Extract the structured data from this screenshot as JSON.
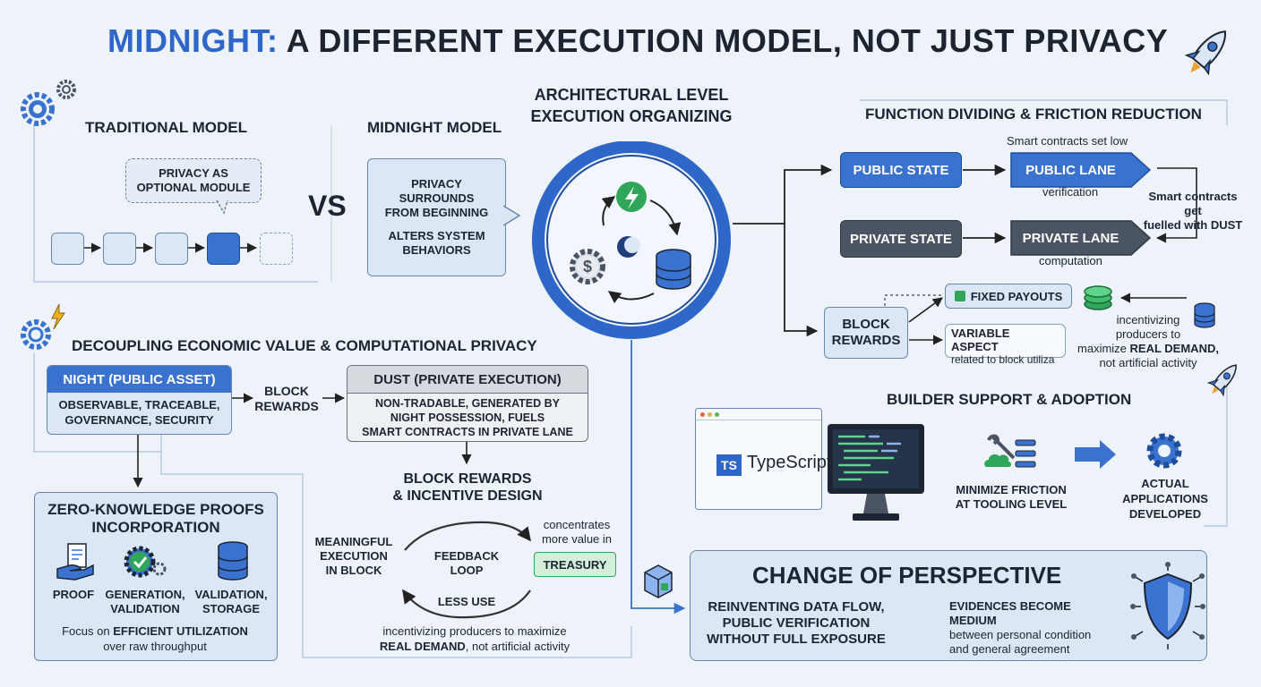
{
  "title": {
    "accent": "MIDNIGHT:",
    "rest": "A DIFFERENT EXECUTION MODEL, NOT JUST PRIVACY"
  },
  "traditional": {
    "heading": "TRADITIONAL MODEL",
    "callout_line1": "PRIVACY AS",
    "callout_line2": "OPTIONAL MODULE"
  },
  "vs": "VS",
  "midnight_model": {
    "heading": "MIDNIGHT MODEL",
    "line1": "PRIVACY",
    "line2": "SURROUNDS",
    "line3": "FROM BEGINNING",
    "line4": "ALTERS SYSTEM",
    "line5": "BEHAVIORS"
  },
  "architectural": {
    "line1": "ARCHITECTURAL LEVEL",
    "line2": "EXECUTION ORGANIZING"
  },
  "function_dividing": {
    "heading": "FUNCTION DIVIDING & FRICTION REDUCTION",
    "smart_low": "Smart contracts set low",
    "public_state": "PUBLIC STATE",
    "public_lane": "PUBLIC LANE",
    "verification": "verification",
    "fuelled_line1": "Smart contracts get",
    "fuelled_line2": "fuelled with DUST",
    "private_state": "PRIVATE STATE",
    "private_lane": "PRIVATE LANE",
    "computation": "computation",
    "block_rewards_line1": "BLOCK",
    "block_rewards_line2": "REWARDS",
    "fixed_payouts": "FIXED PAYOUTS",
    "variable_aspect": "VARIABLE ASPECT",
    "variable_sub": "related to block utiliza",
    "incent_line1": "incentivizing",
    "incent_line2": "producers to",
    "incent_line3_pre": "maximize ",
    "incent_line3_bold": "REAL DEMAND,",
    "incent_line4": "not artificial activity"
  },
  "decoupling": {
    "heading": "DECOUPLING ECONOMIC VALUE & COMPUTATIONAL PRIVACY",
    "night_title": "NIGHT (PUBLIC ASSET)",
    "night_line1": "OBSERVABLE, TRACEABLE,",
    "night_line2": "GOVERNANCE, SECURITY",
    "block_rewards_line1": "BLOCK",
    "block_rewards_line2": "REWARDS",
    "dust_title": "DUST (PRIVATE EXECUTION)",
    "dust_line1": "NON-TRADABLE, GENERATED BY",
    "dust_line2": "NIGHT POSSESSION, FUELS",
    "dust_line3": "SMART CONTRACTS IN PRIVATE LANE"
  },
  "zk": {
    "heading_line1": "ZERO-KNOWLEDGE PROOFS",
    "heading_line2": "INCORPORATION",
    "proof": "PROOF",
    "generation_line1": "GENERATION,",
    "generation_line2": "VALIDATION",
    "validation_line1": "VALIDATION,",
    "validation_line2": "STORAGE",
    "focus_pre": "Focus on ",
    "focus_bold": "EFFICIENT UTILIZATION",
    "focus_line2": "over raw throughput"
  },
  "incentive": {
    "heading_line1": "BLOCK REWARDS",
    "heading_line2": "& INCENTIVE DESIGN",
    "meaningful_line1": "MEANINGFUL",
    "meaningful_line2": "EXECUTION",
    "meaningful_line3": "IN BLOCK",
    "feedback_line1": "FEEDBACK",
    "feedback_line2": "LOOP",
    "less_use": "LESS USE",
    "concentrates_line1": "concentrates",
    "concentrates_line2": "more value in",
    "treasury": "TREASURY",
    "bottom_line1": "incentivizing producers to maximize",
    "bottom_bold": "REAL DEMAND",
    "bottom_rest": ", not artificial activity"
  },
  "builder": {
    "heading": "BUILDER SUPPORT & ADOPTION",
    "ts_badge": "TS",
    "ts_label": "TypeScript",
    "minimize_line1": "MINIMIZE FRICTION",
    "minimize_line2": "AT TOOLING LEVEL",
    "actual_line1": "ACTUAL",
    "actual_line2": "APPLICATIONS",
    "actual_line3": "DEVELOPED"
  },
  "perspective": {
    "heading": "CHANGE OF PERSPECTIVE",
    "left_line1": "REINVENTING DATA FLOW,",
    "left_line2": "PUBLIC VERIFICATION",
    "left_line3": "WITHOUT FULL EXPOSURE",
    "right_bold": "EVIDENCES BECOME MEDIUM",
    "right_line2": "between personal condition",
    "right_line3": "and general agreement"
  },
  "colors": {
    "accent": "#2f67c8",
    "dark": "#4a5462",
    "green": "#2fa65a",
    "background": "#eef3fa"
  }
}
